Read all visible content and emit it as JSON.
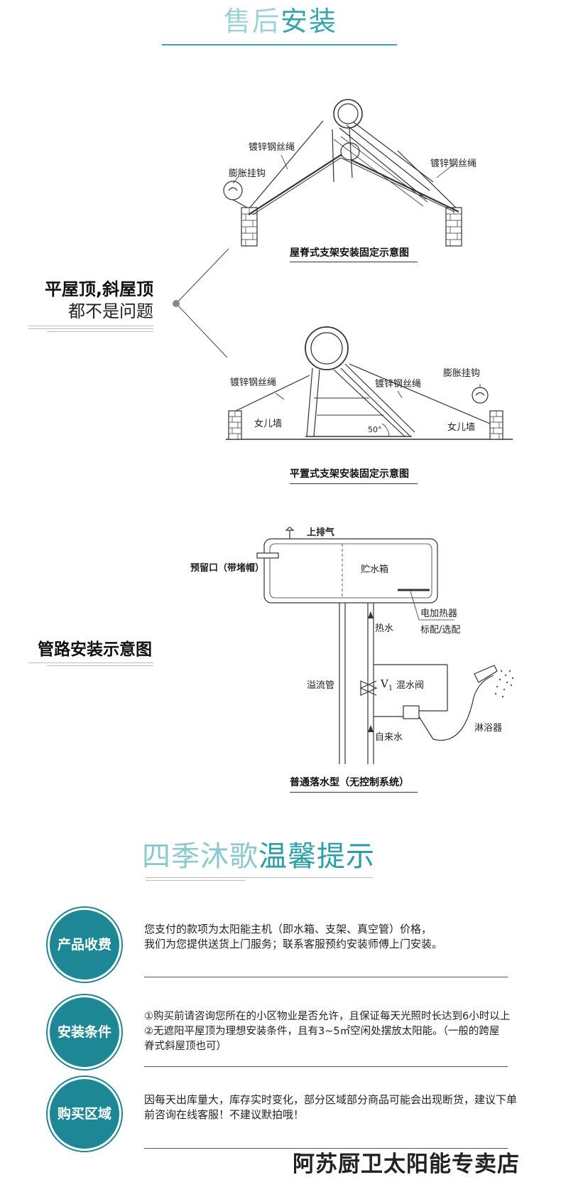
{
  "header": {
    "title_part1": "售后",
    "title_part2": "安装"
  },
  "roof_section": {
    "slogan_line1": "平屋顶,斜屋顶",
    "slogan_line2": "都不是问题",
    "diagram1": {
      "label_rope_left": "镀锌钢丝绳",
      "label_rope_right": "镀锌钢丝绳",
      "label_hook": "膨胀挂钩",
      "caption": "屋脊式支架安装固定示意图"
    },
    "diagram2": {
      "label_rope_left": "镀锌钢丝绳",
      "label_rope_mid": "镀锌钢丝绳",
      "label_hook": "膨胀挂钩",
      "label_wall_left": "女儿墙",
      "label_wall_right": "女儿墙",
      "label_angle": "50°",
      "caption": "平置式支架安装固定示意图"
    }
  },
  "pipe_section": {
    "slogan": "管路安装示意图",
    "labels": {
      "vent": "上排气",
      "reserved_port": "预留口（带堵帽）",
      "tank": "贮水箱",
      "heater": "电加热器",
      "heater_note": "标配/选配",
      "hot_water": "热水",
      "overflow": "溢流管",
      "valve": "V",
      "valve_sub": "1",
      "mixer": "混水阀",
      "shower": "淋浴器",
      "tap_water": "自来水"
    },
    "caption": "普通落水型（无控制系统）"
  },
  "tips_section": {
    "title_part1": "四季沐歌",
    "title_part2": "温馨提示",
    "items": [
      {
        "badge": "产品收费",
        "lines": [
          "您支付的款项为太阳能主机（即水箱、支架、真空管）价格，",
          "我们为您提供送货上门服务；联系客服预约安装师傅上门安装。"
        ]
      },
      {
        "badge": "安装条件",
        "lines": [
          "①购买前请咨询您所在的小区物业是否允许，且保证每天光照时长达到6小时以上",
          "②无遮阳平屋顶为理想安装条件，且有3~5㎡空闲处摆放太阳能。（一般的跨屋",
          "脊式斜屋顶也可）"
        ]
      },
      {
        "badge": "购买区域",
        "lines": [
          "因每天出库量大，库存实时变化，部分区域部分商品可能会出现断货，建议下单",
          "前咨询在线客服！不建议默拍哦！"
        ]
      }
    ]
  },
  "footer": {
    "shop_name": "阿苏厨卫太阳能专卖店"
  },
  "colors": {
    "accent": "#1e8795",
    "accent_light": "#9fd2d6",
    "title_teal": "#35a6ad"
  }
}
